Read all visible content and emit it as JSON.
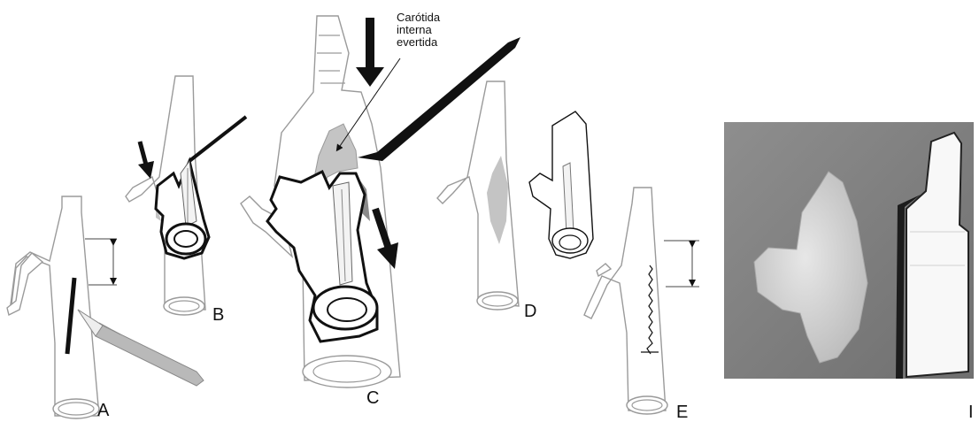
{
  "panels": {
    "a": {
      "letter": "A"
    },
    "b": {
      "letter": "B"
    },
    "c": {
      "letter": "C",
      "annotation": [
        "Carótida",
        "interna",
        "evertida"
      ]
    },
    "d": {
      "letter": "D"
    },
    "e": {
      "letter": "E"
    },
    "f": {
      "letter": "I"
    }
  },
  "colors": {
    "line": "#111111",
    "vessel_outline": "#9a9a9a",
    "light_gray": "#c4c4c4",
    "mid_gray": "#8a8a8a",
    "photo_background": "#7d7d7d"
  },
  "icons": {
    "scalpel": "scalpel-icon",
    "spatula": "spatula-icon",
    "arrow": "arrow-down-icon"
  }
}
